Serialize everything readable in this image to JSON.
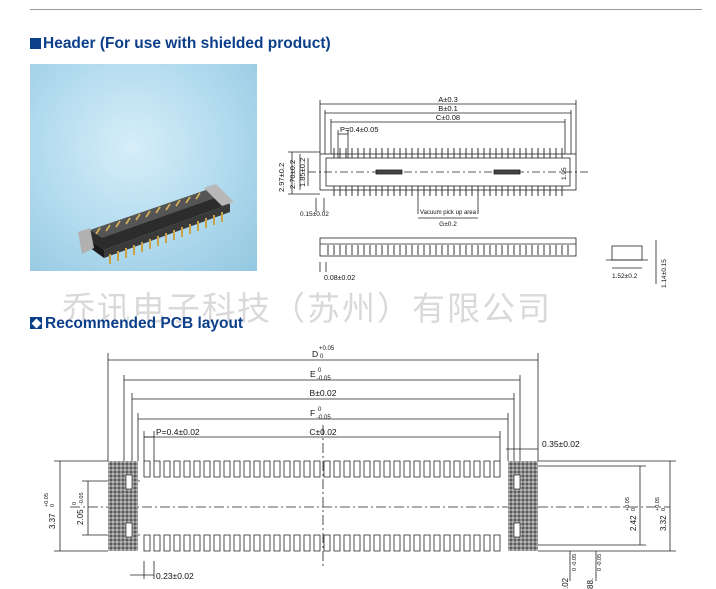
{
  "header_section": {
    "title": "Header (For use with shielded product)"
  },
  "pcb_section": {
    "title": "Recommended PCB layout"
  },
  "watermark": "乔讯电子科技（苏州）有限公司",
  "header_drawing": {
    "dim_a": "A±0.3",
    "dim_b": "B±0.1",
    "dim_c": "C±0.08",
    "dim_p": "P=0.4±0.05",
    "dim_h1": "2.97±0.2",
    "dim_h2": "2.70±0.2",
    "dim_h3": "1.85±0.2",
    "dim_side": "1.95",
    "dim_foot": "0.15±0.02",
    "dim_vacuum": "Vacuum pick up area",
    "dim_g": "G±0.2",
    "dim_bottom": "0.08±0.02",
    "dim_end_w": "1.52±0.2",
    "dim_end_h": "1.14±0.15"
  },
  "pcb_drawing": {
    "d_label": "D",
    "d_tol_up": "+0.05",
    "d_tol_dn": "0",
    "e_label": "E",
    "e_tol_up": "0",
    "e_tol_dn": "-0.05",
    "b_label": "B±0.02",
    "f_label": "F",
    "f_tol_up": "0",
    "f_tol_dn": "-0.05",
    "p_label": "P=0.4±0.02",
    "c_label": "C±0.02",
    "right_label": "0.35±0.02",
    "left_outer": "3.37",
    "left_outer_up": "+0.05",
    "left_outer_dn": "0",
    "left_inner": "2.05",
    "left_inner_up": "0",
    "left_inner_dn": "-0.05",
    "right_inner": "2.42",
    "right_inner_up": "+0.05",
    "right_inner_dn": "0",
    "right_outer": "3.32",
    "right_outer_up": "+0.05",
    "right_outer_dn": "0",
    "bottom_left": "0.23±0.02",
    "bottom_v1": ".02",
    "bottom_v1_tol": "0 -0.05",
    "bottom_v2": "88.",
    "bottom_v2_tol": "0 -0.05"
  }
}
